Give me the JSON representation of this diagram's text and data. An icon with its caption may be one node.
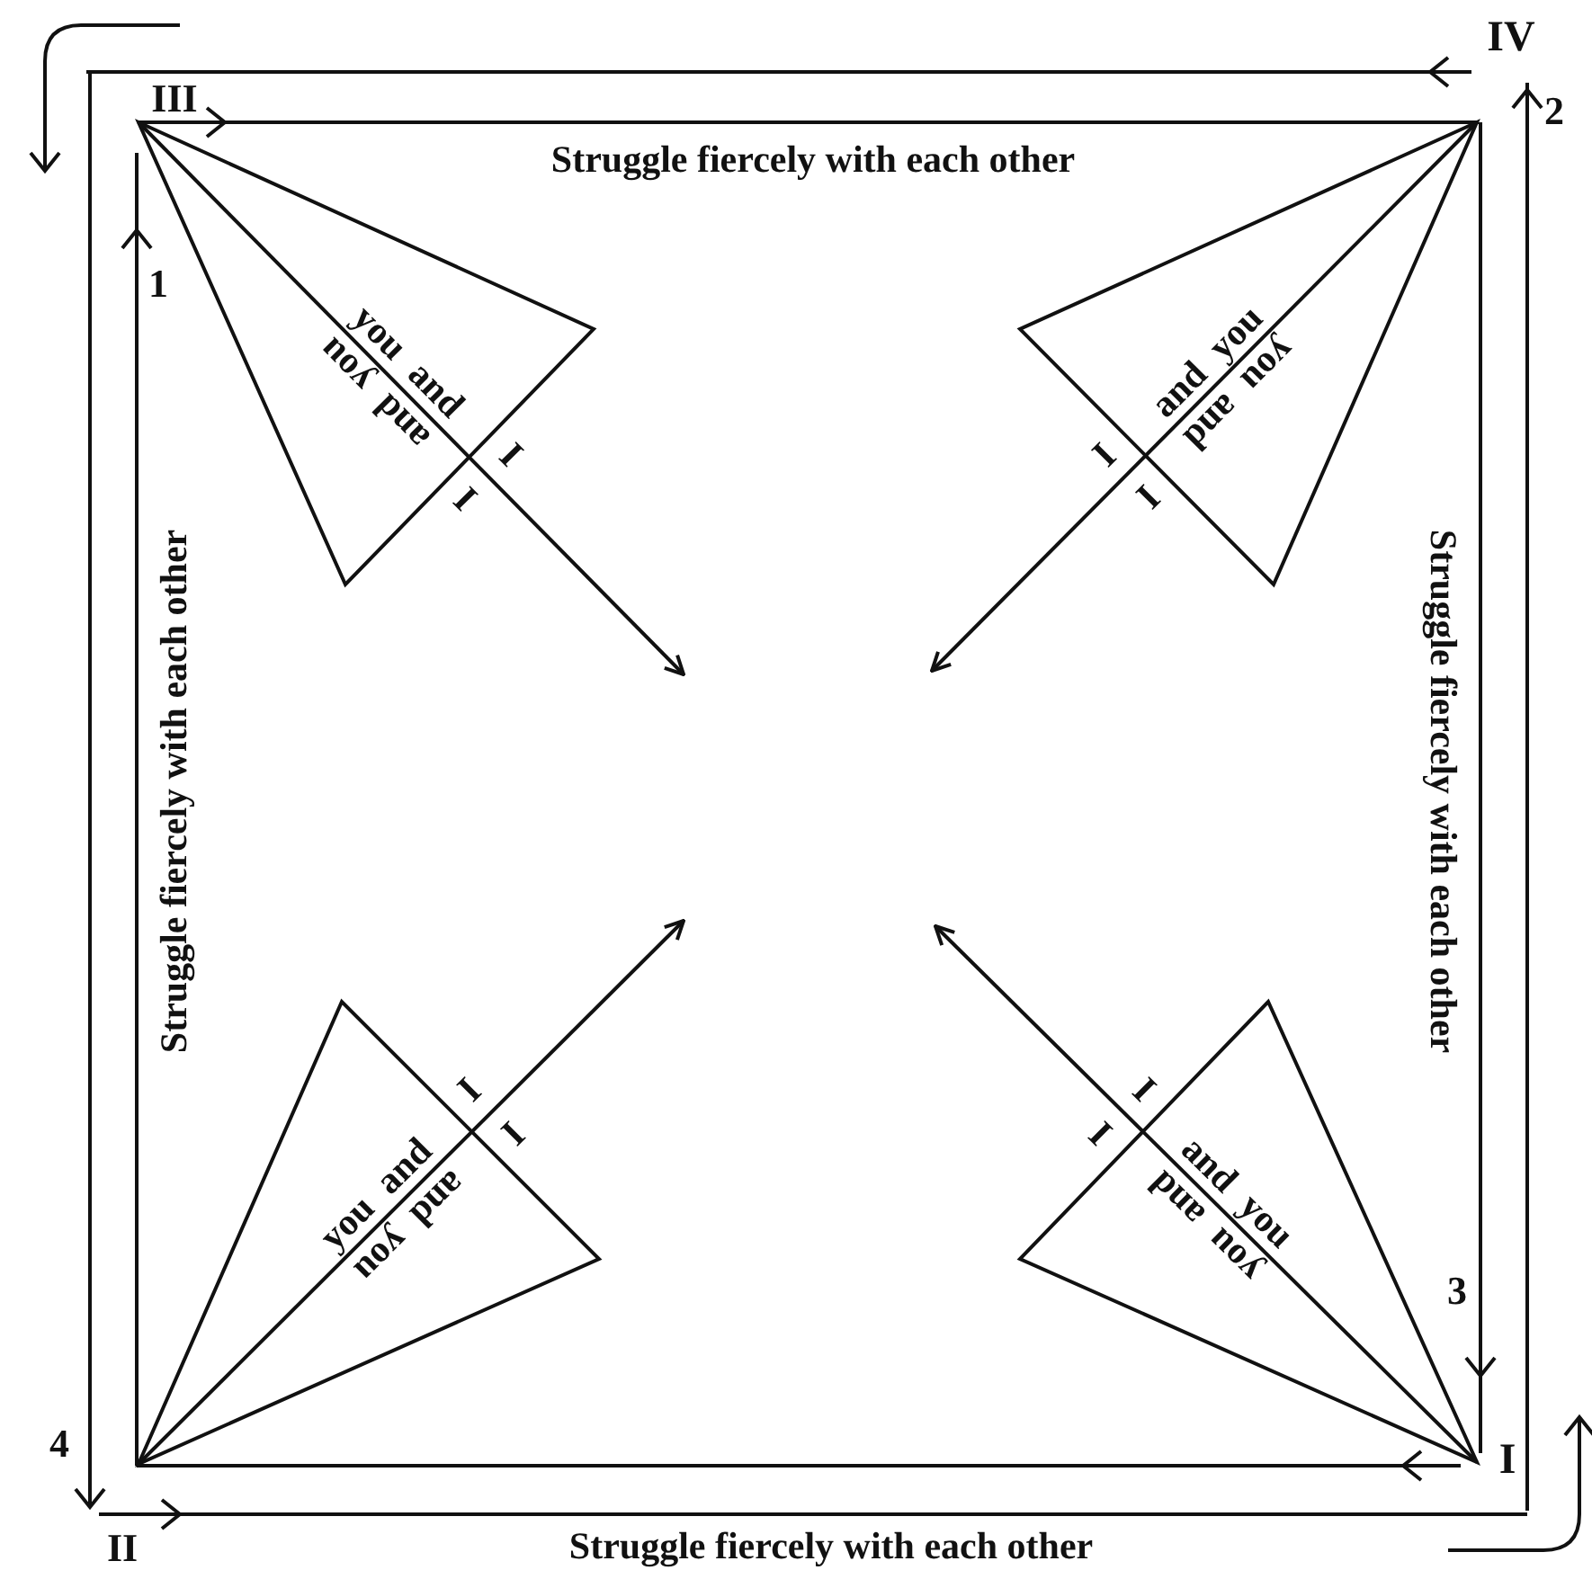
{
  "diagram": {
    "nodes": [
      {
        "text": [
          "you and",
          "and you",
          "I",
          "I"
        ]
      },
      {
        "text": [
          "and you",
          "you and",
          "I",
          "I"
        ]
      },
      {
        "text": [
          "you and",
          "and you",
          "I",
          "I"
        ]
      },
      {
        "text": [
          "and you",
          "you and",
          "I",
          "I"
        ]
      }
    ],
    "edges": [
      {
        "from": 0,
        "to": null,
        "arrow": "to"
      },
      {
        "from": 1,
        "to": null,
        "arrow": "to"
      },
      {
        "from": 2,
        "to": null,
        "arrow": "to"
      },
      {
        "from": 3,
        "to": null,
        "arrow": "to"
      }
    ],
    "labels": [
      "IV",
      "III",
      "Struggle fiercely with each other",
      "2",
      "1",
      "Struggle fiercely with each other",
      "Struggle fiercely with each other",
      "3",
      "4",
      "I",
      "II",
      "Struggle fiercely with each other"
    ]
  }
}
